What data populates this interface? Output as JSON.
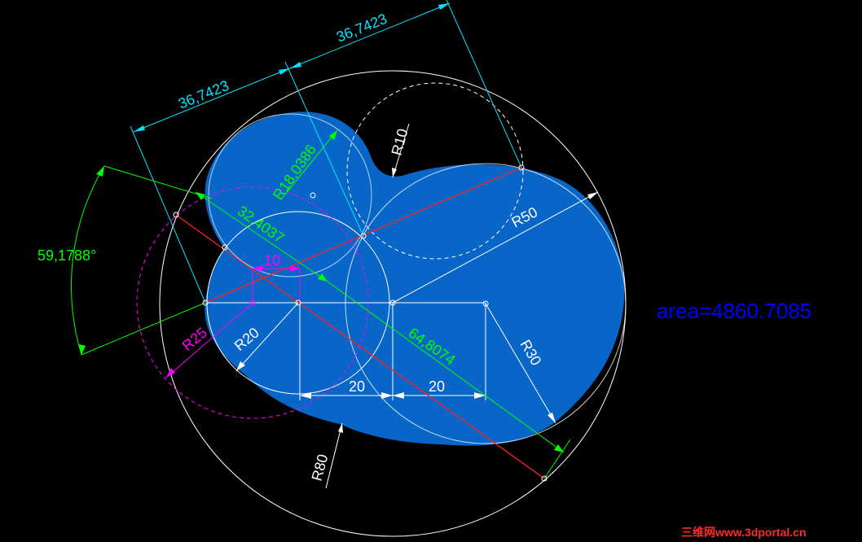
{
  "colors": {
    "background": "#000000",
    "fill": "#0766c8",
    "white": "#ffffff",
    "cyan": "#00e5ff",
    "green": "#00ff00",
    "magenta": "#ff00ff",
    "red": "#ff0000",
    "blue_text": "#0000ff",
    "watermark": "#ff2a2a"
  },
  "dimensions": {
    "aligned_top_right": "36,7423",
    "aligned_top_left": "36,7423",
    "angle": "59,1788°",
    "radius_arc": "R18,0386",
    "diag_short": "32,4037",
    "offset_10": "10",
    "diag_long": "64,8074",
    "r10": "R10",
    "r50": "R50",
    "r30": "R30",
    "r25": "R25",
    "r20": "R20",
    "r80": "R80",
    "horiz_left": "20",
    "horiz_right": "20"
  },
  "area_label": "area=4860.7085",
  "watermark": "三维网www.3dportal.cn"
}
